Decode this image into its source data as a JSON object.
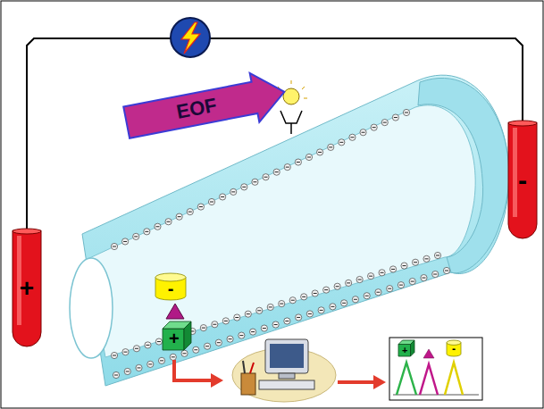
{
  "diagram": {
    "nodes": [
      {
        "text": [
          "+"
        ]
      },
      {
        "text": [
          "-"
        ]
      },
      {
        "text": [
          "EOF"
        ]
      },
      {
        "text": [
          "-"
        ]
      },
      {
        "text": [
          "+"
        ]
      },
      {
        "text": [
          "+"
        ]
      },
      {
        "text": [
          "-"
        ]
      }
    ],
    "edges": [
      {
        "from": 0,
        "to": 1,
        "arrow": "none"
      }
    ]
  }
}
